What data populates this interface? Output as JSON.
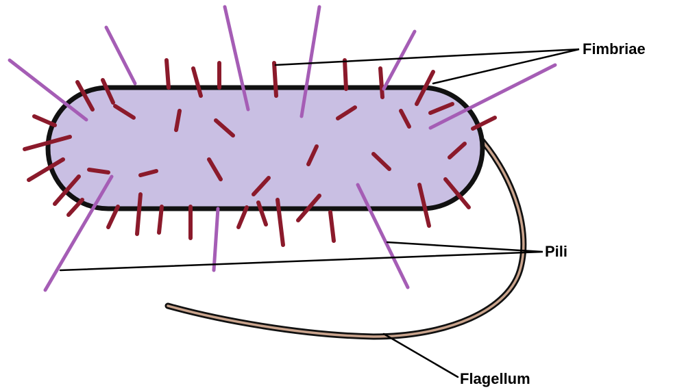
{
  "labels": {
    "fimbriae": "Fimbriae",
    "pili": "Pili",
    "flagellum": "Flagellum"
  },
  "colors": {
    "cell_fill": "#c9bfe3",
    "cell_outline": "#111111",
    "fimbriae": "#8b1a2b",
    "pili": "#a55db5",
    "flagellum_fill": "#caa48d",
    "flagellum_outline": "#111111",
    "leader_line": "#000000"
  }
}
